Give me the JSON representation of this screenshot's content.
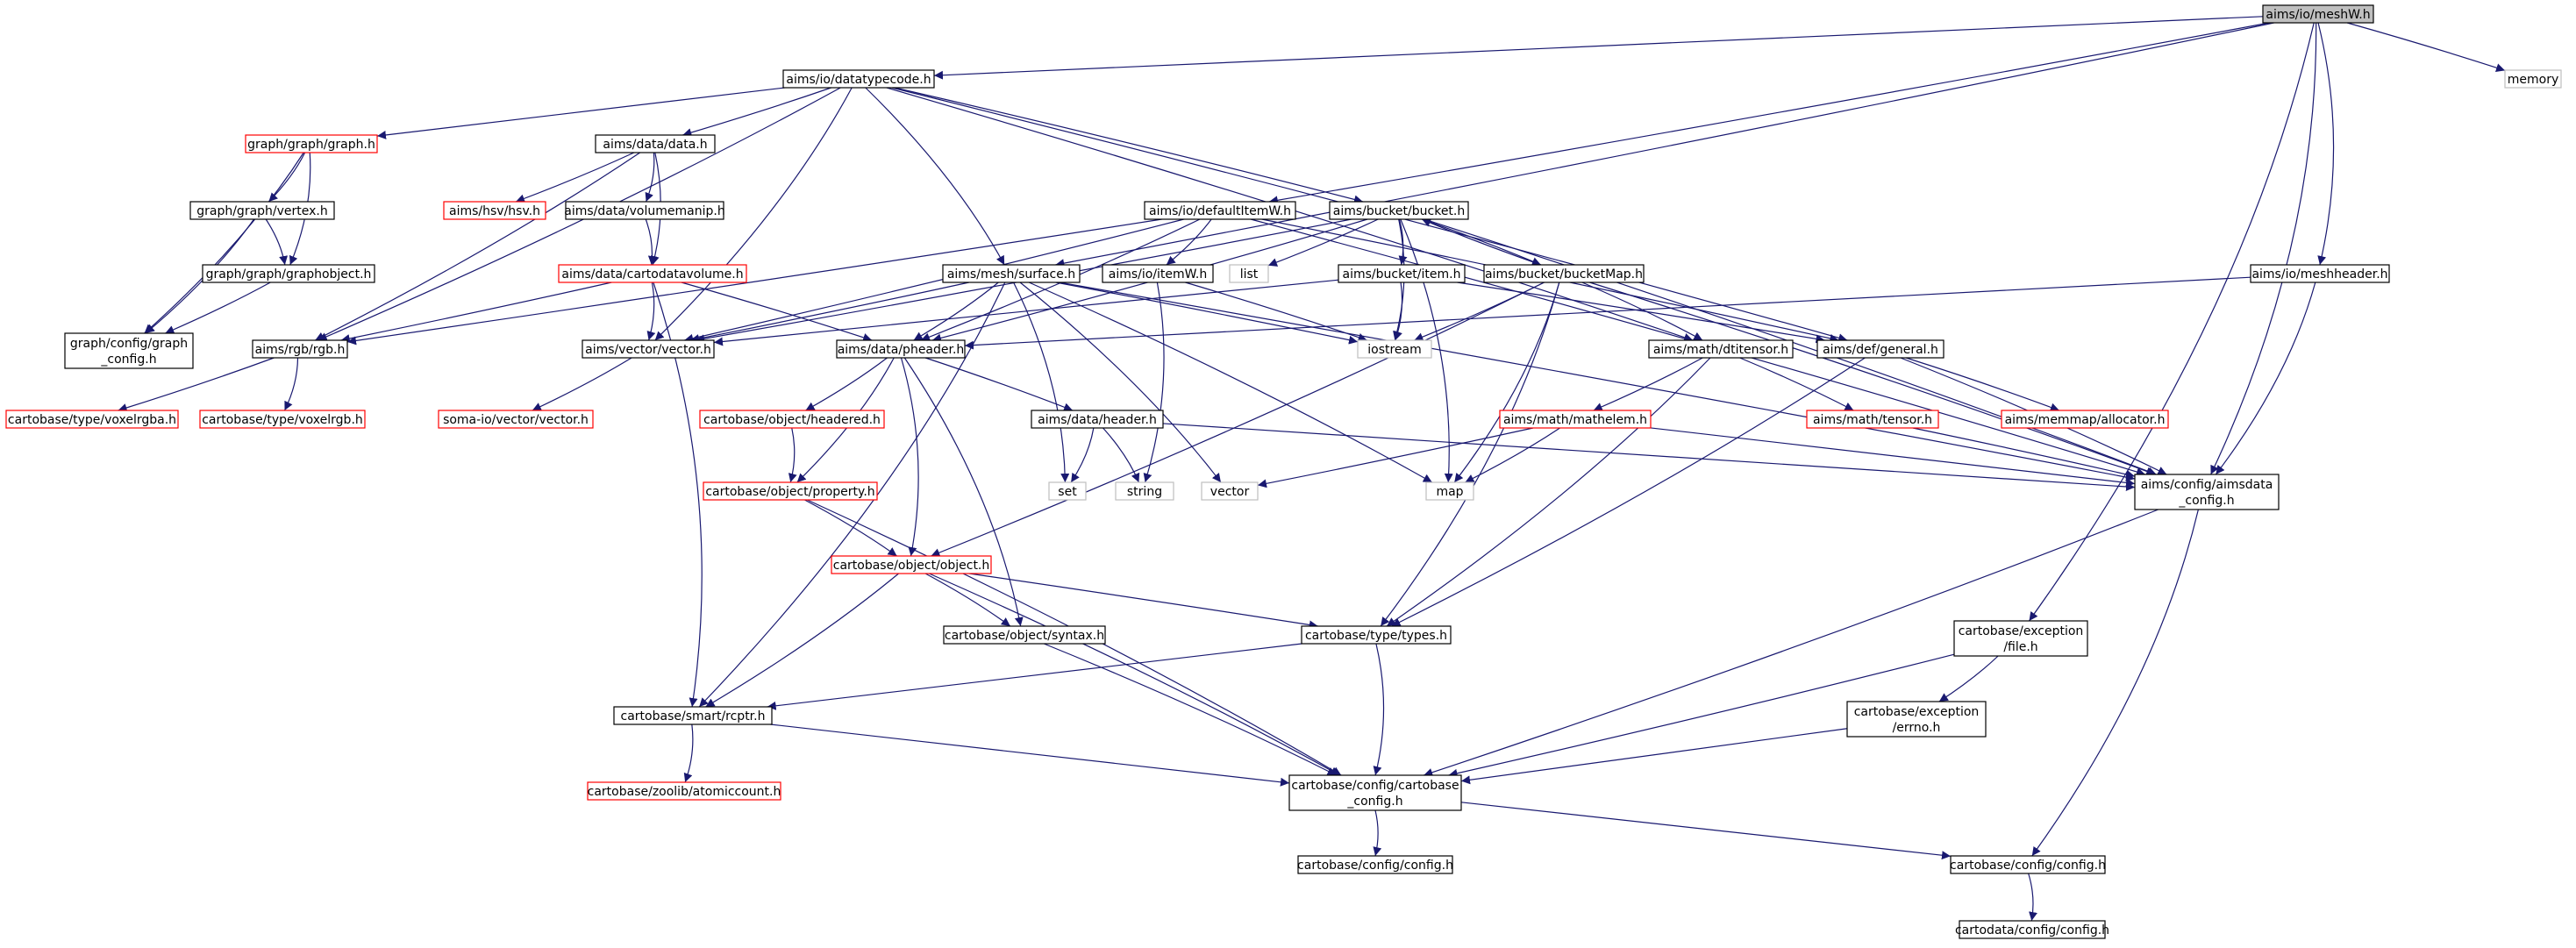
{
  "colors": {
    "edge": "#191970",
    "border_normal": "#000000",
    "border_missing": "#ff0000",
    "border_external": "#bfbfbf",
    "root_fill": "#bfbfbf",
    "node_fill": "#ffffff"
  },
  "nodes": [
    {
      "id": "meshW",
      "kind": "root",
      "lines": [
        "aims/io/meshW.h"
      ]
    },
    {
      "id": "datatypecode",
      "kind": "normal",
      "lines": [
        "aims/io/datatypecode.h"
      ]
    },
    {
      "id": "memory",
      "kind": "external",
      "lines": [
        "memory"
      ]
    },
    {
      "id": "graph",
      "kind": "missing",
      "lines": [
        "graph/graph/graph.h"
      ]
    },
    {
      "id": "data",
      "kind": "normal",
      "lines": [
        "aims/data/data.h"
      ]
    },
    {
      "id": "vertex",
      "kind": "normal",
      "lines": [
        "graph/graph/vertex.h"
      ]
    },
    {
      "id": "hsv",
      "kind": "missing",
      "lines": [
        "aims/hsv/hsv.h"
      ]
    },
    {
      "id": "volumemanip",
      "kind": "normal",
      "lines": [
        "aims/data/volumemanip.h"
      ]
    },
    {
      "id": "defaultItemW",
      "kind": "normal",
      "lines": [
        "aims/io/defaultItemW.h"
      ]
    },
    {
      "id": "bucket",
      "kind": "normal",
      "lines": [
        "aims/bucket/bucket.h"
      ]
    },
    {
      "id": "graphobject",
      "kind": "normal",
      "lines": [
        "graph/graph/graphobject.h"
      ]
    },
    {
      "id": "cartodatavolume",
      "kind": "missing",
      "lines": [
        "aims/data/cartodatavolume.h"
      ]
    },
    {
      "id": "surface",
      "kind": "normal",
      "lines": [
        "aims/mesh/surface.h"
      ]
    },
    {
      "id": "itemW",
      "kind": "normal",
      "lines": [
        "aims/io/itemW.h"
      ]
    },
    {
      "id": "list",
      "kind": "external",
      "lines": [
        "list"
      ]
    },
    {
      "id": "bucketitem",
      "kind": "normal",
      "lines": [
        "aims/bucket/item.h"
      ]
    },
    {
      "id": "bucketMap",
      "kind": "normal",
      "lines": [
        "aims/bucket/bucketMap.h"
      ]
    },
    {
      "id": "meshheader",
      "kind": "normal",
      "lines": [
        "aims/io/meshheader.h"
      ]
    },
    {
      "id": "graphconfig",
      "kind": "normal",
      "lines": [
        "graph/config/graph",
        "_config.h"
      ]
    },
    {
      "id": "rgb",
      "kind": "normal",
      "lines": [
        "aims/rgb/rgb.h"
      ]
    },
    {
      "id": "vector",
      "kind": "normal",
      "lines": [
        "aims/vector/vector.h"
      ]
    },
    {
      "id": "pheader",
      "kind": "normal",
      "lines": [
        "aims/data/pheader.h"
      ]
    },
    {
      "id": "iostream",
      "kind": "external",
      "lines": [
        "iostream"
      ]
    },
    {
      "id": "dtitensor",
      "kind": "normal",
      "lines": [
        "aims/math/dtitensor.h"
      ]
    },
    {
      "id": "general",
      "kind": "normal",
      "lines": [
        "aims/def/general.h"
      ]
    },
    {
      "id": "voxelrgba",
      "kind": "missing",
      "lines": [
        "cartobase/type/voxelrgba.h"
      ]
    },
    {
      "id": "voxelrgb",
      "kind": "missing",
      "lines": [
        "cartobase/type/voxelrgb.h"
      ]
    },
    {
      "id": "somavector",
      "kind": "missing",
      "lines": [
        "soma-io/vector/vector.h"
      ]
    },
    {
      "id": "headered",
      "kind": "missing",
      "lines": [
        "cartobase/object/headered.h"
      ]
    },
    {
      "id": "header",
      "kind": "normal",
      "lines": [
        "aims/data/header.h"
      ]
    },
    {
      "id": "mathelem",
      "kind": "missing",
      "lines": [
        "aims/math/mathelem.h"
      ]
    },
    {
      "id": "tensor",
      "kind": "missing",
      "lines": [
        "aims/math/tensor.h"
      ]
    },
    {
      "id": "allocator",
      "kind": "missing",
      "lines": [
        "aims/memmap/allocator.h"
      ]
    },
    {
      "id": "property",
      "kind": "missing",
      "lines": [
        "cartobase/object/property.h"
      ]
    },
    {
      "id": "set",
      "kind": "external",
      "lines": [
        "set"
      ]
    },
    {
      "id": "string",
      "kind": "external",
      "lines": [
        "string"
      ]
    },
    {
      "id": "stdvector",
      "kind": "external",
      "lines": [
        "vector"
      ]
    },
    {
      "id": "map",
      "kind": "external",
      "lines": [
        "map"
      ]
    },
    {
      "id": "aimsdata",
      "kind": "normal",
      "lines": [
        "aims/config/aimsdata",
        "_config.h"
      ]
    },
    {
      "id": "object",
      "kind": "missing",
      "lines": [
        "cartobase/object/object.h"
      ]
    },
    {
      "id": "syntax",
      "kind": "normal",
      "lines": [
        "cartobase/object/syntax.h"
      ]
    },
    {
      "id": "types",
      "kind": "normal",
      "lines": [
        "cartobase/type/types.h"
      ]
    },
    {
      "id": "exfile",
      "kind": "normal",
      "lines": [
        "cartobase/exception",
        "/file.h"
      ]
    },
    {
      "id": "rcptr",
      "kind": "normal",
      "lines": [
        "cartobase/smart/rcptr.h"
      ]
    },
    {
      "id": "errno",
      "kind": "normal",
      "lines": [
        "cartobase/exception",
        "/errno.h"
      ]
    },
    {
      "id": "atomiccount",
      "kind": "missing",
      "lines": [
        "cartobase/zoolib/atomiccount.h"
      ]
    },
    {
      "id": "cartobaseconfig",
      "kind": "normal",
      "lines": [
        "cartobase/config/cartobase",
        "_config.h"
      ]
    },
    {
      "id": "cbconfig",
      "kind": "normal",
      "lines": [
        "cartobase/config/config.h"
      ]
    },
    {
      "id": "cbconfig2",
      "kind": "normal",
      "lines": [
        "cartobase/config/config.h"
      ]
    },
    {
      "id": "cdconfig",
      "kind": "normal",
      "lines": [
        "cartodata/config/config.h"
      ]
    }
  ]
}
